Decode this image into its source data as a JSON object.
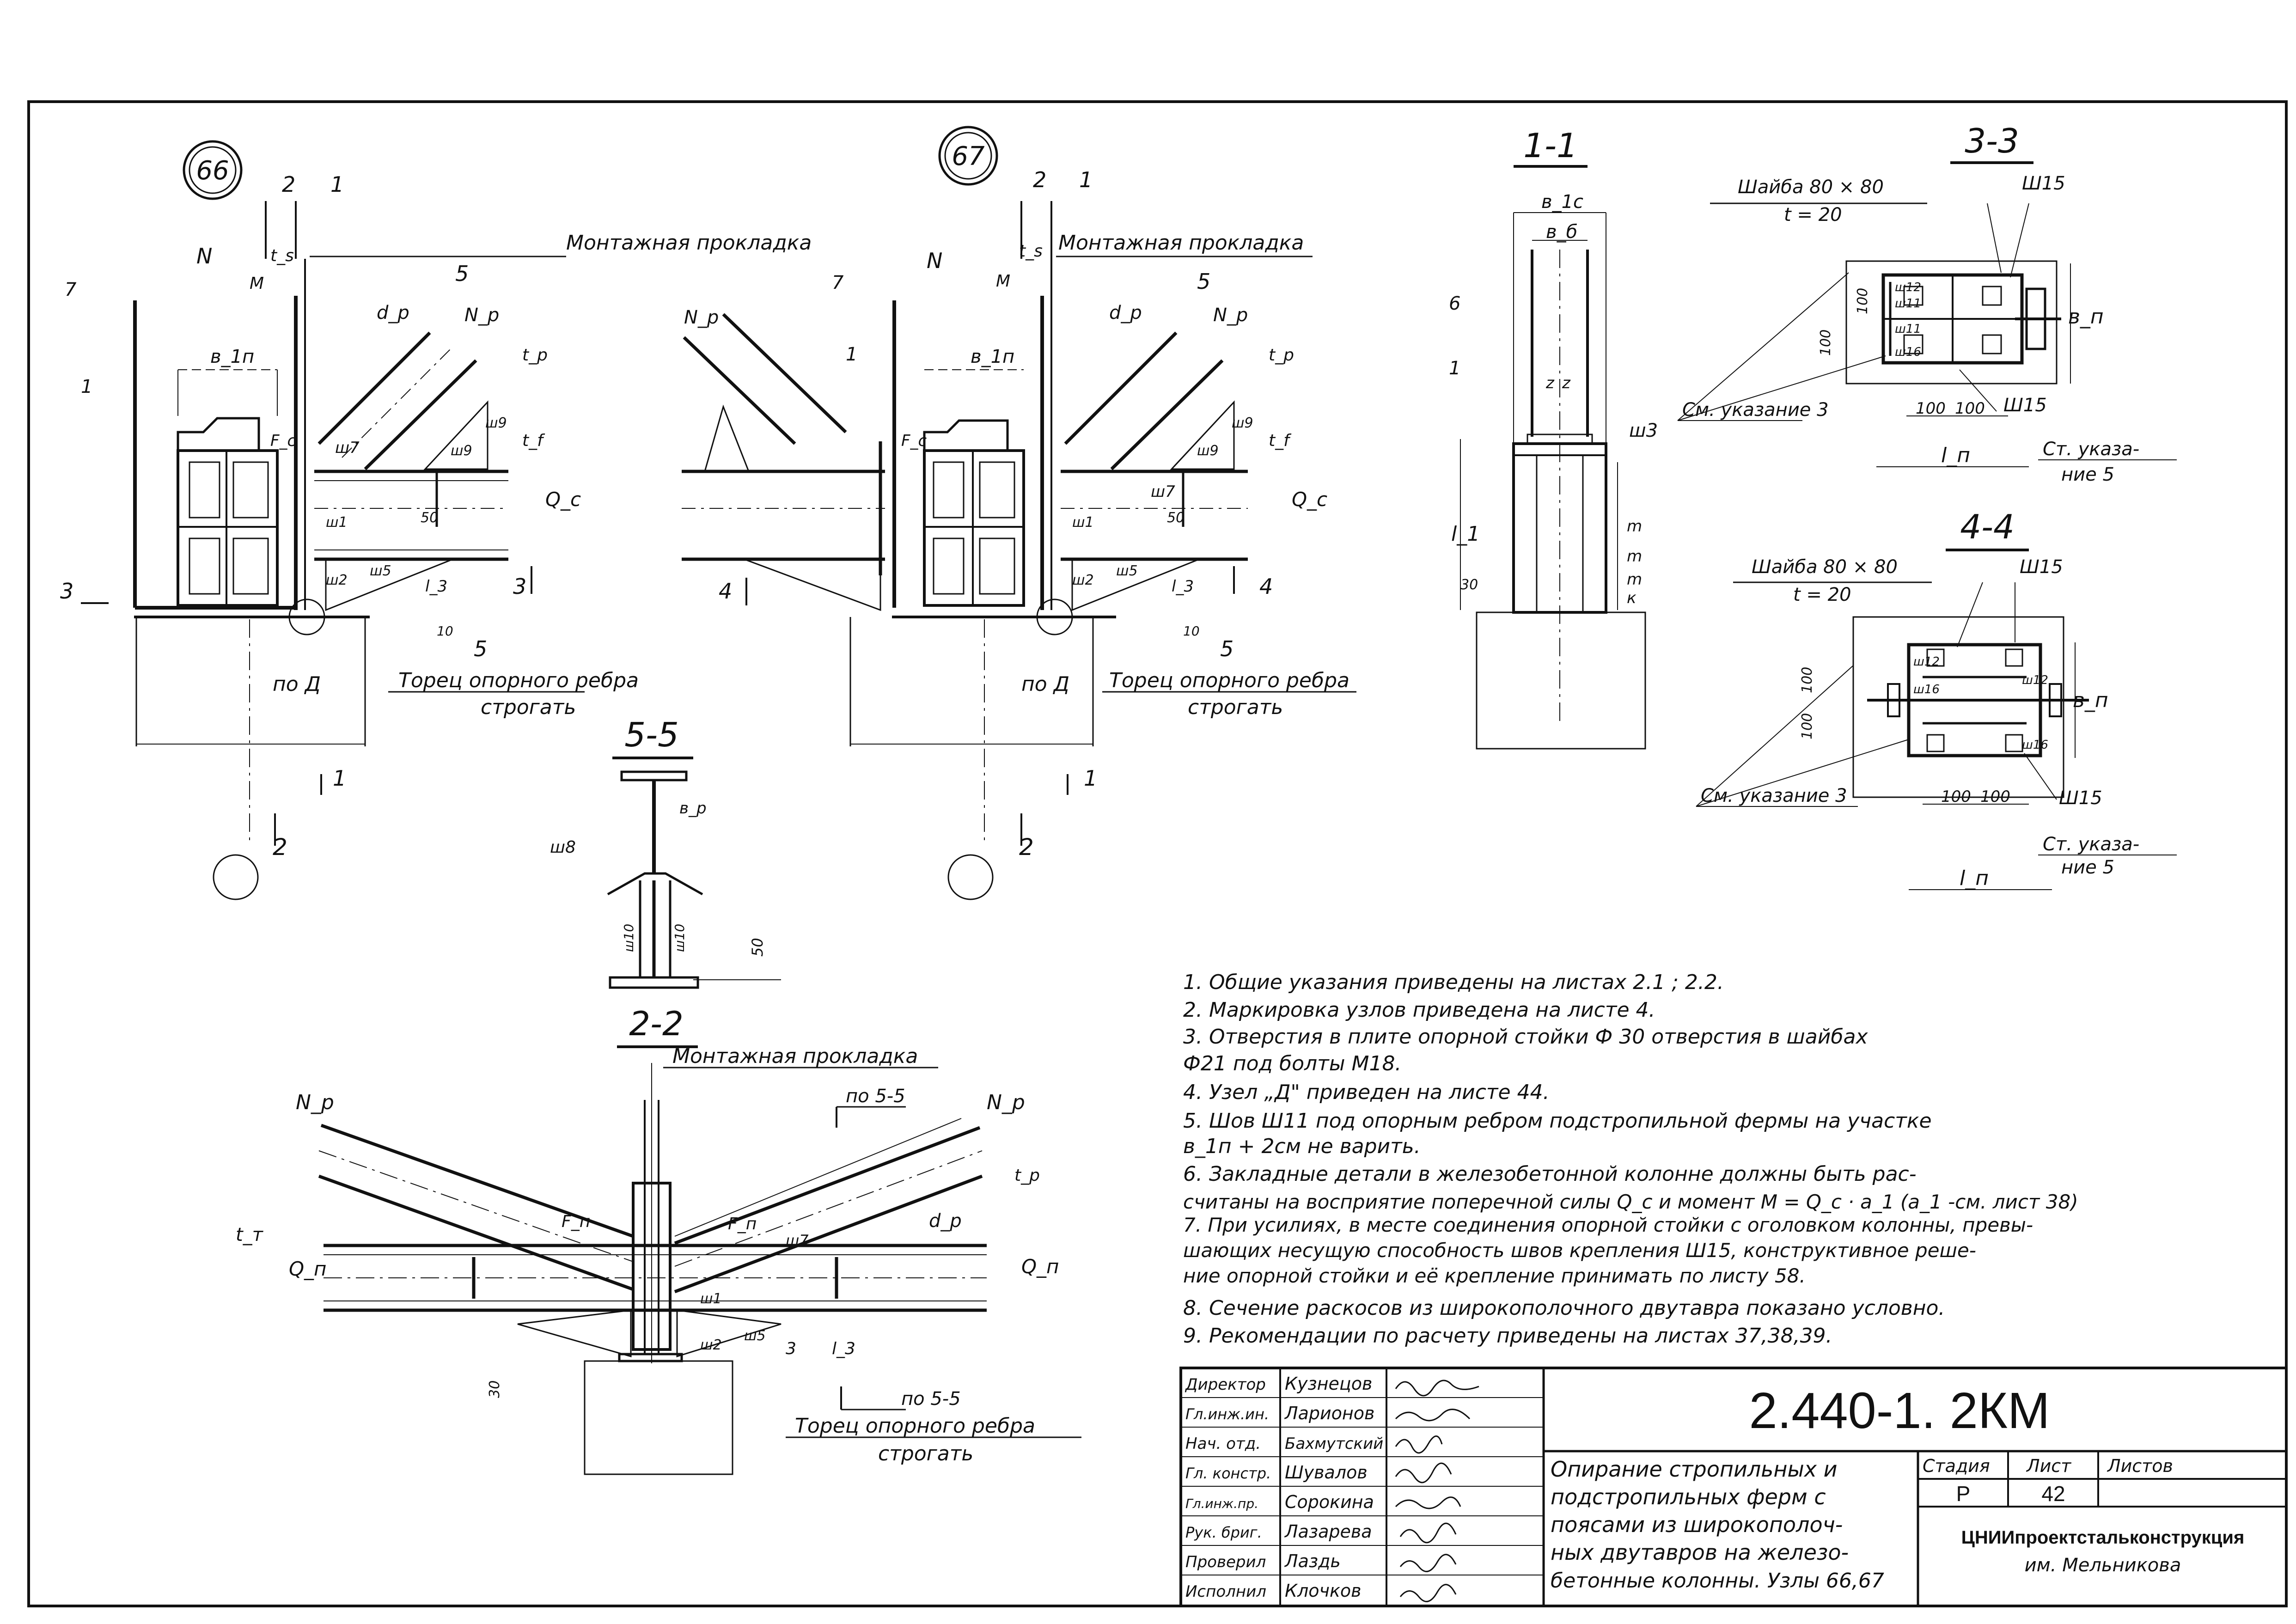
{
  "nodes": {
    "node66": {
      "number": "66",
      "label_montazh": "Монтажная прокладка",
      "label_tors": "Торец опорного ребра",
      "label_strogat": "строгать",
      "label_po_d": "по Д",
      "marks": [
        "7",
        "1",
        "2",
        "1",
        "5",
        "3",
        "3",
        "5",
        "2",
        "1"
      ],
      "dims": [
        "t_s",
        "N",
        "M",
        "d_p",
        "N_p",
        "t_p",
        "t_f",
        "в_1п",
        "F_c",
        "Q_c",
        "ш7",
        "ш9",
        "ш9",
        "ш1",
        "ш5",
        "ш2",
        "50",
        "l_3",
        "10"
      ]
    },
    "node67": {
      "number": "67",
      "label_montazh": "Монтажная прокладка",
      "label_tors": "Торец опорного ребра",
      "label_strogat": "строгать",
      "label_po_d": "по Д",
      "marks": [
        "7",
        "1",
        "2",
        "1",
        "5",
        "4",
        "4",
        "5",
        "2",
        "1"
      ],
      "dims": [
        "t_s",
        "N",
        "M",
        "N_p",
        "d_p",
        "N_p",
        "t_p",
        "t_f",
        "в_1п",
        "F_c",
        "Q_c",
        "ш7",
        "ш9",
        "ш9",
        "ш1",
        "ш5",
        "ш2",
        "50",
        "l_3",
        "10"
      ]
    }
  },
  "sections": {
    "s11": {
      "title": "1-1",
      "labels": [
        "в_1с",
        "в_б",
        "6",
        "1",
        "z",
        "z",
        "ш3",
        "l_1",
        "30",
        "m",
        "m",
        "к",
        "m"
      ]
    },
    "s33": {
      "title": "3-3",
      "washer": "Шайба  80 × 80",
      "washer_t": "t = 20",
      "weld": "Ш15",
      "weld2": "Ш15",
      "note": "См. указание 3",
      "note2": "Ст. указа-",
      "note3": "ние 5",
      "dims": [
        "100",
        "100",
        "100",
        "100",
        "в_п",
        "l_п",
        "ш12",
        "ш11",
        "ш11",
        "ш16"
      ]
    },
    "s44": {
      "title": "4-4",
      "washer": "Шайба  80 × 80",
      "washer_t": "t = 20",
      "weld": "Ш15",
      "weld2": "Ш15",
      "note": "См. указание 3",
      "note2": "Ст. указа-",
      "note3": "ние 5",
      "dims": [
        "100",
        "100",
        "100",
        "100",
        "в_п",
        "l_п",
        "ш12",
        "ш16",
        "ш12",
        "ш16"
      ]
    },
    "s55": {
      "title": "5-5",
      "labels": [
        "ш8",
        "в_р",
        "ш10",
        "ш10",
        "50"
      ]
    },
    "s22": {
      "title": "2-2",
      "label_montazh": "Монтажная прокладка",
      "label_tors": "Торец опорного ребра",
      "label_strogat": "строгать",
      "po55a": "по 5-5",
      "po55b": "по 5-5",
      "labels": [
        "N_р",
        "N_р",
        "t_р",
        "d_р",
        "F_п",
        "F_п",
        "ш7",
        "t_т",
        "Q_п",
        "Q_п",
        "ш1",
        "ш2",
        "ш5",
        "3",
        "l_3",
        "30"
      ]
    }
  },
  "notes": [
    "1. Общие   указания   приведены   на  листах  2.1 ; 2.2.",
    "2. Маркировка   узлов   приведена  на  листе      4.",
    "3. Отверстия   в   плите  опорной  стойки  Ф 30  отверстия  в шайбах",
    "Ф21  под  болты  М18.",
    "4. Узел „Д\" приведен   на   листе  44.",
    "5. Шов   Ш11  под  опорным   ребром   подстропильной   фермы  на  участке",
    "в_1п + 2см   не  варить.",
    "6. Закладные  детали  в железобетонной  колонне  должны  быть  рас-",
    "считаны  на  восприятие   поперечной  силы  Q_c  и  момент   М = Q_c · а_1 (а_1 -см. лист 38)",
    "7. При  усилиях, в месте  соединения  опорной  стойки  с оголовком колонны, превы-",
    "шающих  несущую способность  швов  крепления  Ш15,  конструктивное  реше-",
    "ние  опорной   стойки  и её   крепление  принимать  по листу  58.",
    "8. Сечение   раскосов  из  широкополочного  двутавра  показано  условно.",
    "9. Рекомендации   по  расчету  приведены  на  листах   37,38,39."
  ],
  "title_block": {
    "code": "2.440-1. 2КМ",
    "roles": [
      "Директор",
      "Гл.инж.ин.",
      "Нач. отд.",
      "Гл. констр.",
      "Гл.инж.пр.",
      "Рук. бриг.",
      "Проверил",
      "Исполнил"
    ],
    "names": [
      "Кузнецов",
      "Ларионов",
      "Бахмутский",
      "Шувалов",
      "Сорокина",
      "Лазарева",
      "Лаздь",
      "Клочков"
    ],
    "description": [
      "Опирание  стропильных  и",
      "подстропильных  ферм  с",
      "поясами  из  широкополоч-",
      "ных  двутавров  на  железо-",
      "бетонные колонны. Узлы 66,67"
    ],
    "stage_label": "Стадия",
    "sheet_label": "Лист",
    "sheets_label": "Листов",
    "stage": "Р",
    "sheet": "42",
    "org": "ЦНИИпроектстальконструкция",
    "org2": "им. Мельникова"
  }
}
